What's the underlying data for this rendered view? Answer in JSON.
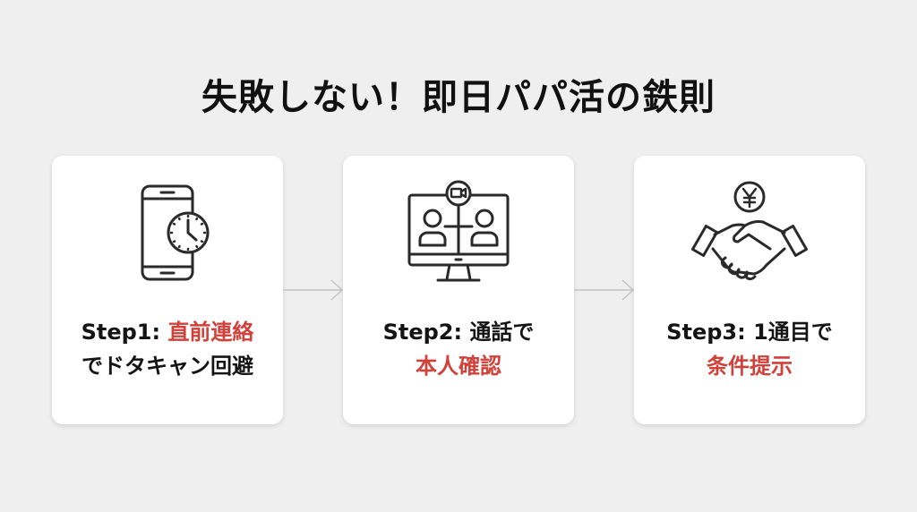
{
  "title": "失敗しない！即日パパ活の鉄則",
  "colors": {
    "accent": "#d2403a",
    "background": "#efefef",
    "card": "#ffffff",
    "text": "#141414",
    "arrow": "#c4c4c4"
  },
  "steps": [
    {
      "icon": "smartphone-clock-icon",
      "prefix": "Step1: ",
      "line1_accent": "直前連絡",
      "line2": "でドタキャン回避"
    },
    {
      "icon": "video-call-monitor-icon",
      "prefix": "Step2: ",
      "line1_rest": "通話で",
      "line2_accent": "本人確認"
    },
    {
      "icon": "handshake-yen-icon",
      "prefix": "Step3: ",
      "line1_rest": "1通目で",
      "line2_accent": "条件提示"
    }
  ]
}
